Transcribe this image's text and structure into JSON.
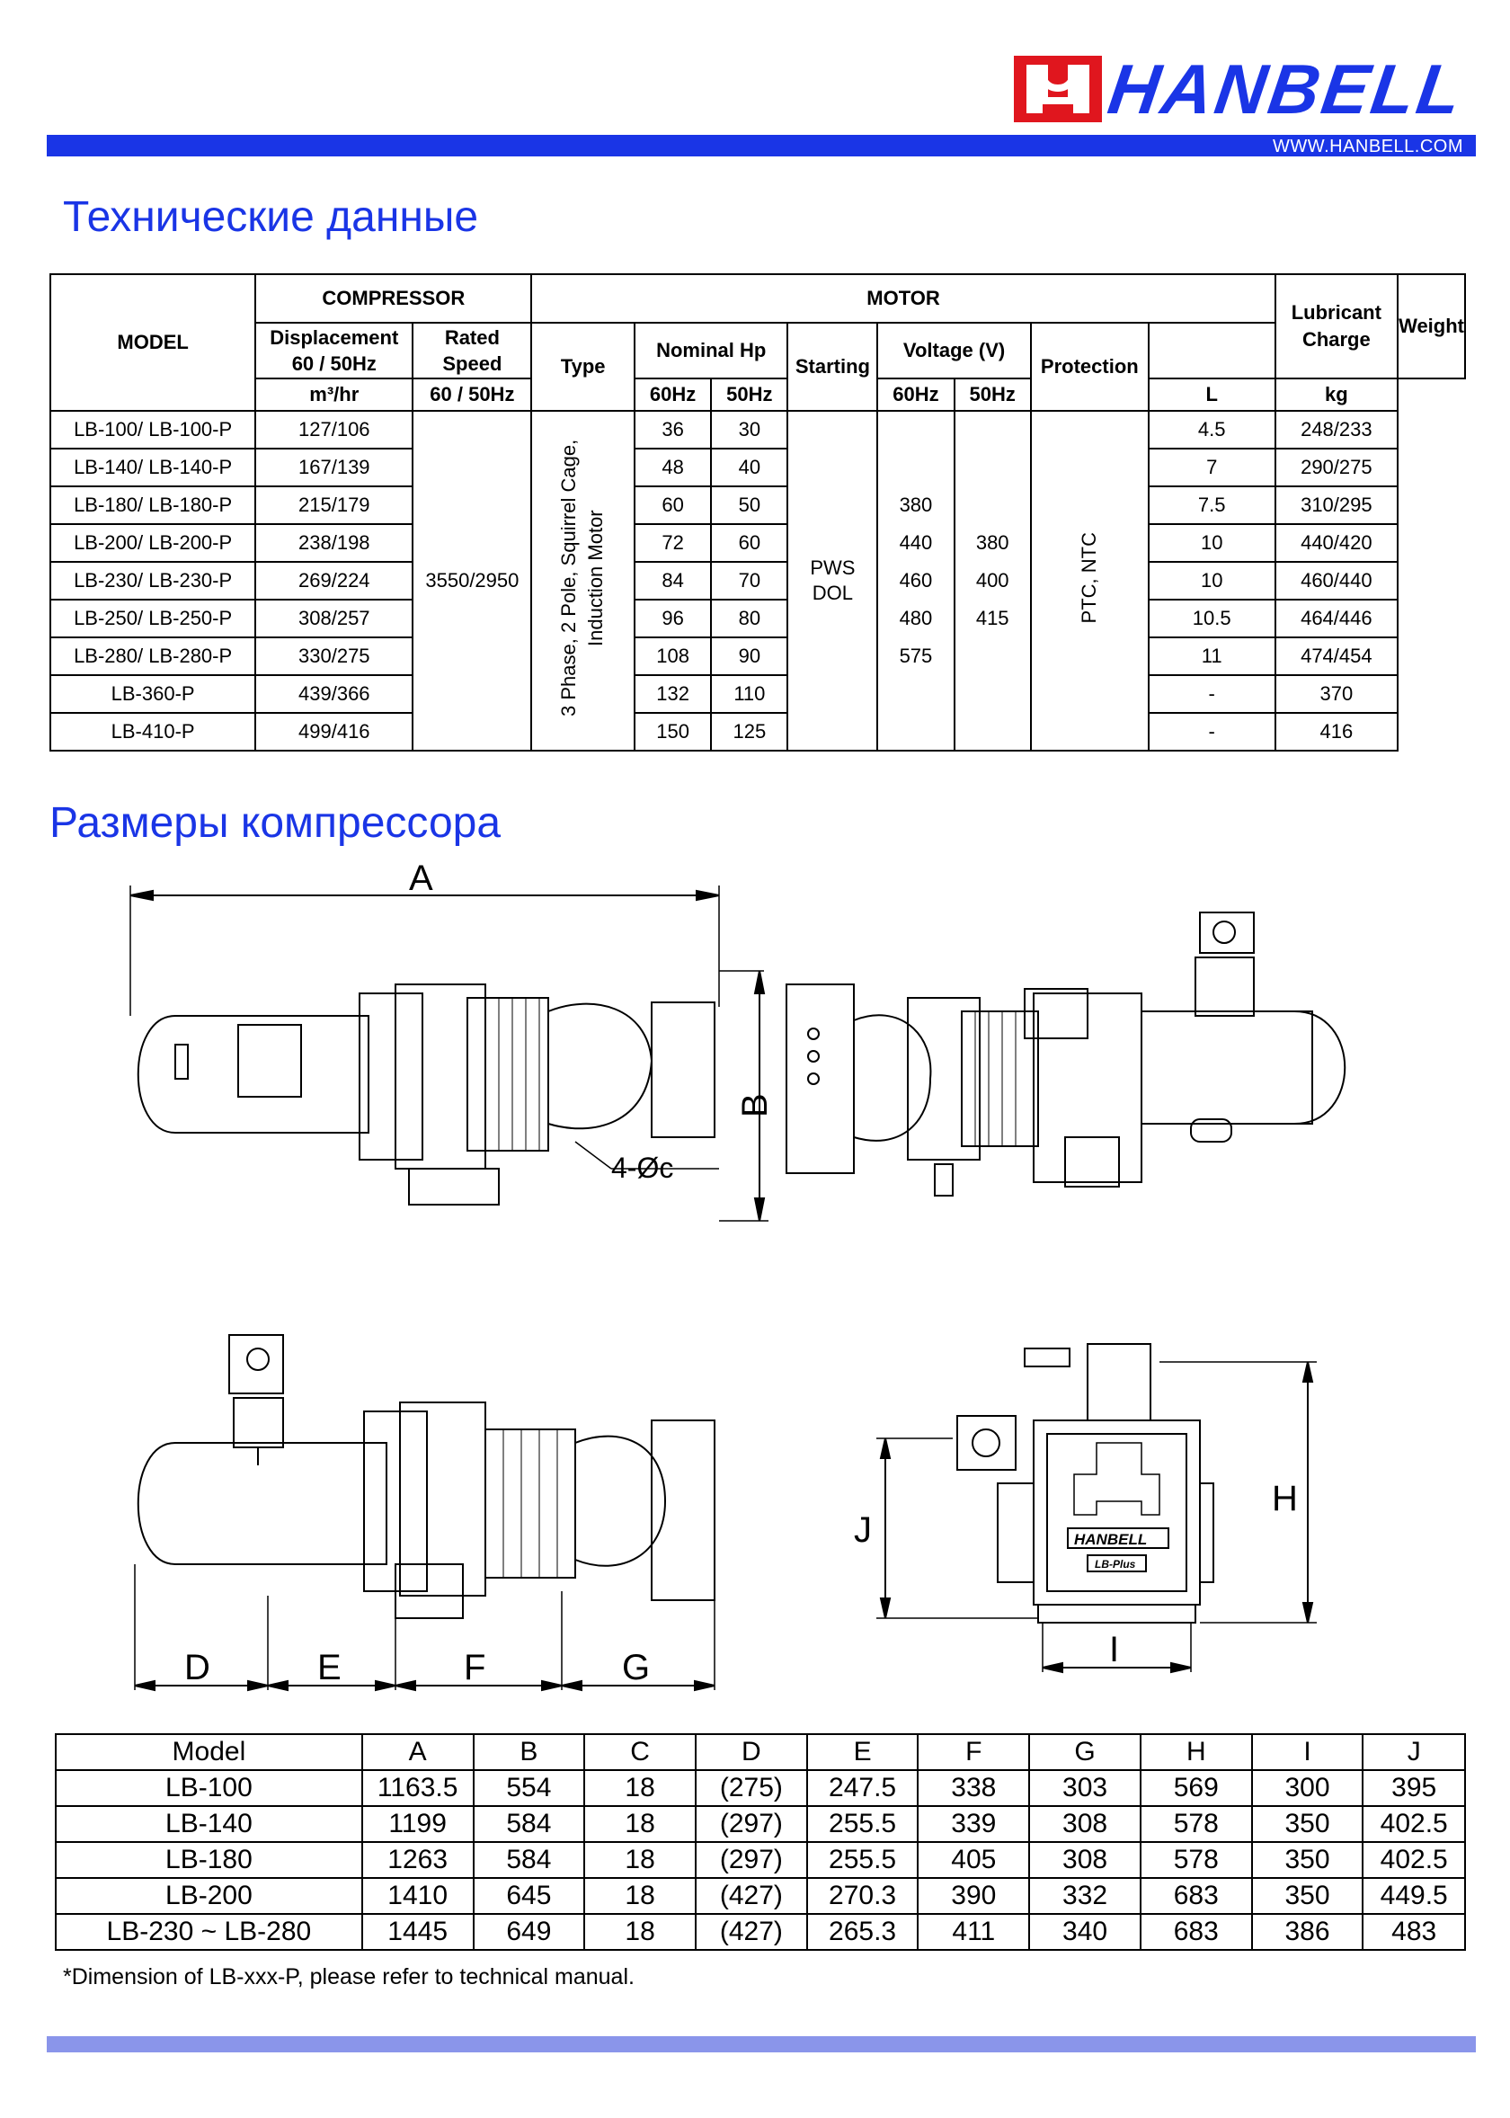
{
  "brand": {
    "name": "HANBELL",
    "url": "WWW.HANBELL.COM",
    "colors": {
      "blue": "#1a35e6",
      "red": "#e0161e"
    }
  },
  "headings": {
    "specs": "Технические данные",
    "dimensions": "Размеры компрессора"
  },
  "spec_table": {
    "h_model": "MODEL",
    "h_compressor": "COMPRESSOR",
    "h_motor": "MOTOR",
    "h_lubricant": "Lubricant Charge",
    "h_weight": "Weight",
    "h_displacement": "Displacement 60 / 50Hz",
    "h_rated_speed": "Rated Speed",
    "h_type": "Type",
    "h_nominal_hp": "Nominal Hp",
    "h_starting": "Starting",
    "h_voltage": "Voltage (V)",
    "h_protection": "Protection",
    "u_displacement": "m³/hr",
    "u_speed": "60 / 50Hz",
    "u_60": "60Hz",
    "u_50": "50Hz",
    "u_v60": "60Hz",
    "u_v50": "50Hz",
    "u_lub": "L",
    "u_weight": "kg",
    "rated_speed": "3550/2950",
    "type": "3 Phase, 2 Pole, Squirrel Cage, Induction Motor",
    "starting": "PWS DOL",
    "protection": "PTC, NTC",
    "voltage_60": [
      "380",
      "440",
      "460",
      "480",
      "575"
    ],
    "voltage_50": [
      "380",
      "400",
      "415"
    ],
    "rows": [
      {
        "model": "LB-100/ LB-100-P",
        "disp": "127/106",
        "hp60": "36",
        "hp50": "30",
        "lub": "4.5",
        "weight": "248/233"
      },
      {
        "model": "LB-140/ LB-140-P",
        "disp": "167/139",
        "hp60": "48",
        "hp50": "40",
        "lub": "7",
        "weight": "290/275"
      },
      {
        "model": "LB-180/ LB-180-P",
        "disp": "215/179",
        "hp60": "60",
        "hp50": "50",
        "lub": "7.5",
        "weight": "310/295"
      },
      {
        "model": "LB-200/ LB-200-P",
        "disp": "238/198",
        "hp60": "72",
        "hp50": "60",
        "lub": "10",
        "weight": "440/420"
      },
      {
        "model": "LB-230/ LB-230-P",
        "disp": "269/224",
        "hp60": "84",
        "hp50": "70",
        "lub": "10",
        "weight": "460/440"
      },
      {
        "model": "LB-250/ LB-250-P",
        "disp": "308/257",
        "hp60": "96",
        "hp50": "80",
        "lub": "10.5",
        "weight": "464/446"
      },
      {
        "model": "LB-280/ LB-280-P",
        "disp": "330/275",
        "hp60": "108",
        "hp50": "90",
        "lub": "11",
        "weight": "474/454"
      },
      {
        "model": "LB-360-P",
        "disp": "439/366",
        "hp60": "132",
        "hp50": "110",
        "lub": "-",
        "weight": "370"
      },
      {
        "model": "LB-410-P",
        "disp": "499/416",
        "hp60": "150",
        "hp50": "125",
        "lub": "-",
        "weight": "416"
      }
    ]
  },
  "drawing_labels": {
    "A": "A",
    "B": "B",
    "C": "4-Øc",
    "D": "D",
    "E": "E",
    "F": "F",
    "G": "G",
    "H": "H",
    "I": "I",
    "J": "J",
    "plate_brand": "HANBELL",
    "plate_model": "LB-Plus"
  },
  "dim_table": {
    "headers": [
      "Model",
      "A",
      "B",
      "C",
      "D",
      "E",
      "F",
      "G",
      "H",
      "I",
      "J"
    ],
    "rows": [
      [
        "LB-100",
        "1163.5",
        "554",
        "18",
        "(275)",
        "247.5",
        "338",
        "303",
        "569",
        "300",
        "395"
      ],
      [
        "LB-140",
        "1199",
        "584",
        "18",
        "(297)",
        "255.5",
        "339",
        "308",
        "578",
        "350",
        "402.5"
      ],
      [
        "LB-180",
        "1263",
        "584",
        "18",
        "(297)",
        "255.5",
        "405",
        "308",
        "578",
        "350",
        "402.5"
      ],
      [
        "LB-200",
        "1410",
        "645",
        "18",
        "(427)",
        "270.3",
        "390",
        "332",
        "683",
        "350",
        "449.5"
      ],
      [
        "LB-230 ~ LB-280",
        "1445",
        "649",
        "18",
        "(427)",
        "265.3",
        "411",
        "340",
        "683",
        "386",
        "483"
      ]
    ]
  },
  "note": "*Dimension of LB-xxx-P, please refer to technical manual."
}
